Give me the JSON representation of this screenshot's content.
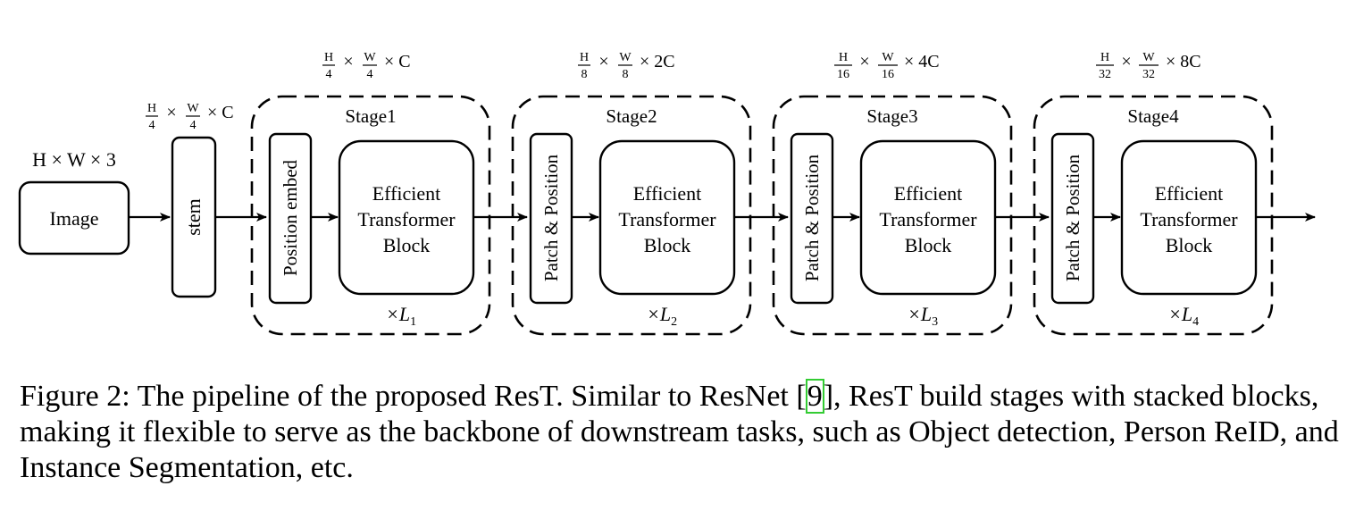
{
  "diagram": {
    "input_dim": "H × W × 3",
    "image_label": "Image",
    "stem_label": "stem",
    "stem_dim": {
      "num_h": "H",
      "den_h": "4",
      "num_w": "W",
      "den_w": "4",
      "rest": "× C"
    },
    "stages": [
      {
        "title": "Stage1",
        "embed": "Position embed",
        "block": [
          "Efficient",
          "Transformer",
          "Block"
        ],
        "repeat": "×L",
        "sub": "1",
        "dim": {
          "num_h": "H",
          "den_h": "4",
          "num_w": "W",
          "den_w": "4",
          "rest": "× C"
        }
      },
      {
        "title": "Stage2",
        "embed": "Patch & Position",
        "block": [
          "Efficient",
          "Transformer",
          "Block"
        ],
        "repeat": "×L",
        "sub": "2",
        "dim": {
          "num_h": "H",
          "den_h": "8",
          "num_w": "W",
          "den_w": "8",
          "rest": "× 2C"
        }
      },
      {
        "title": "Stage3",
        "embed": "Patch & Position",
        "block": [
          "Efficient",
          "Transformer",
          "Block"
        ],
        "repeat": "×L",
        "sub": "3",
        "dim": {
          "num_h": "H",
          "den_h": "16",
          "num_w": "W",
          "den_w": "16",
          "rest": "× 4C"
        }
      },
      {
        "title": "Stage4",
        "embed": "Patch & Position",
        "block": [
          "Efficient",
          "Transformer",
          "Block"
        ],
        "repeat": "×L",
        "sub": "4",
        "dim": {
          "num_h": "H",
          "den_h": "32",
          "num_w": "W",
          "den_w": "32",
          "rest": "× 8C"
        }
      }
    ],
    "times": "×"
  },
  "caption": {
    "prefix": "Figure 2: The pipeline of the proposed ResT. Similar to ResNet [",
    "ref": "9",
    "suffix": "], ResT build stages with stacked blocks, making it flexible to serve as the backbone of downstream tasks, such as Object detection, Person ReID, and Instance Segmentation, etc."
  }
}
